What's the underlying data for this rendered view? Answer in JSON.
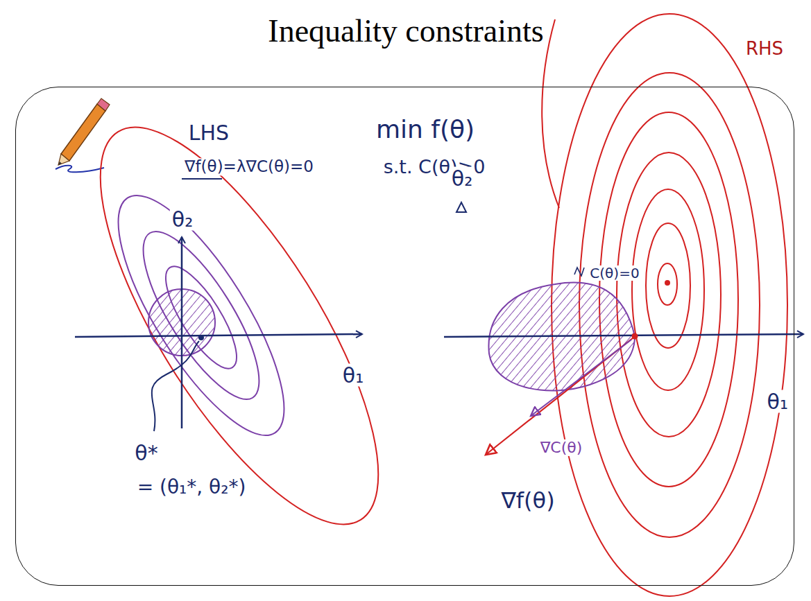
{
  "diagram": {
    "title": "Inequality constraints",
    "nodes": [
      {
        "text": [
          "LHS",
          "min f(θ)",
          "∇f(θ)=λ∇C(θ)=0",
          "s.t. C(θ)≥0",
          "θ₂",
          "θ₂",
          "C(θ)=0",
          "θ₁",
          "θ₁",
          "θ*",
          "= (θ₁*, θ₂*)",
          "∇C(θ)",
          "∇f(θ)"
        ]
      }
    ],
    "labels": [
      "RHS"
    ]
  }
}
